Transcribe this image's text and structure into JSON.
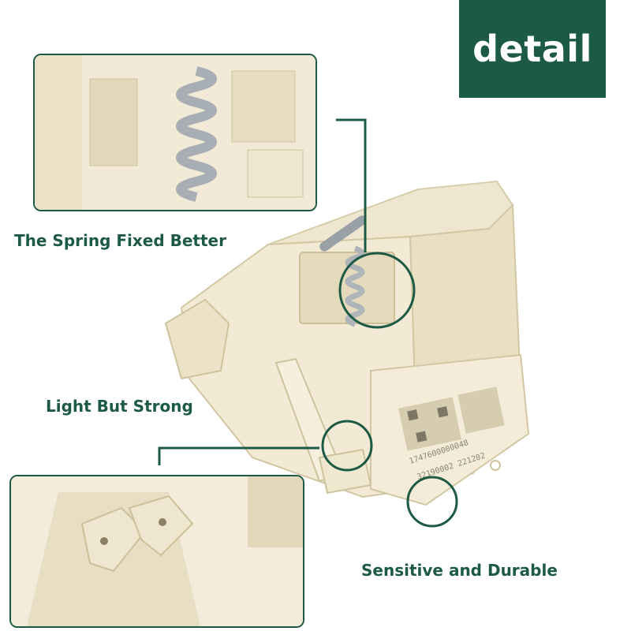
{
  "badge": {
    "text": "detail",
    "color": "#1d5a45"
  },
  "captions": {
    "spring": "The Spring Fixed Better",
    "light": "Light But Strong",
    "sensitive": "Sensitive and Durable"
  },
  "part_markings": {
    "line1": "1747600000048",
    "line2": "32190002 221202"
  },
  "colors": {
    "accent": "#1d5a45",
    "plastic": "#efe6cf",
    "spring": "#aeb4b8"
  }
}
